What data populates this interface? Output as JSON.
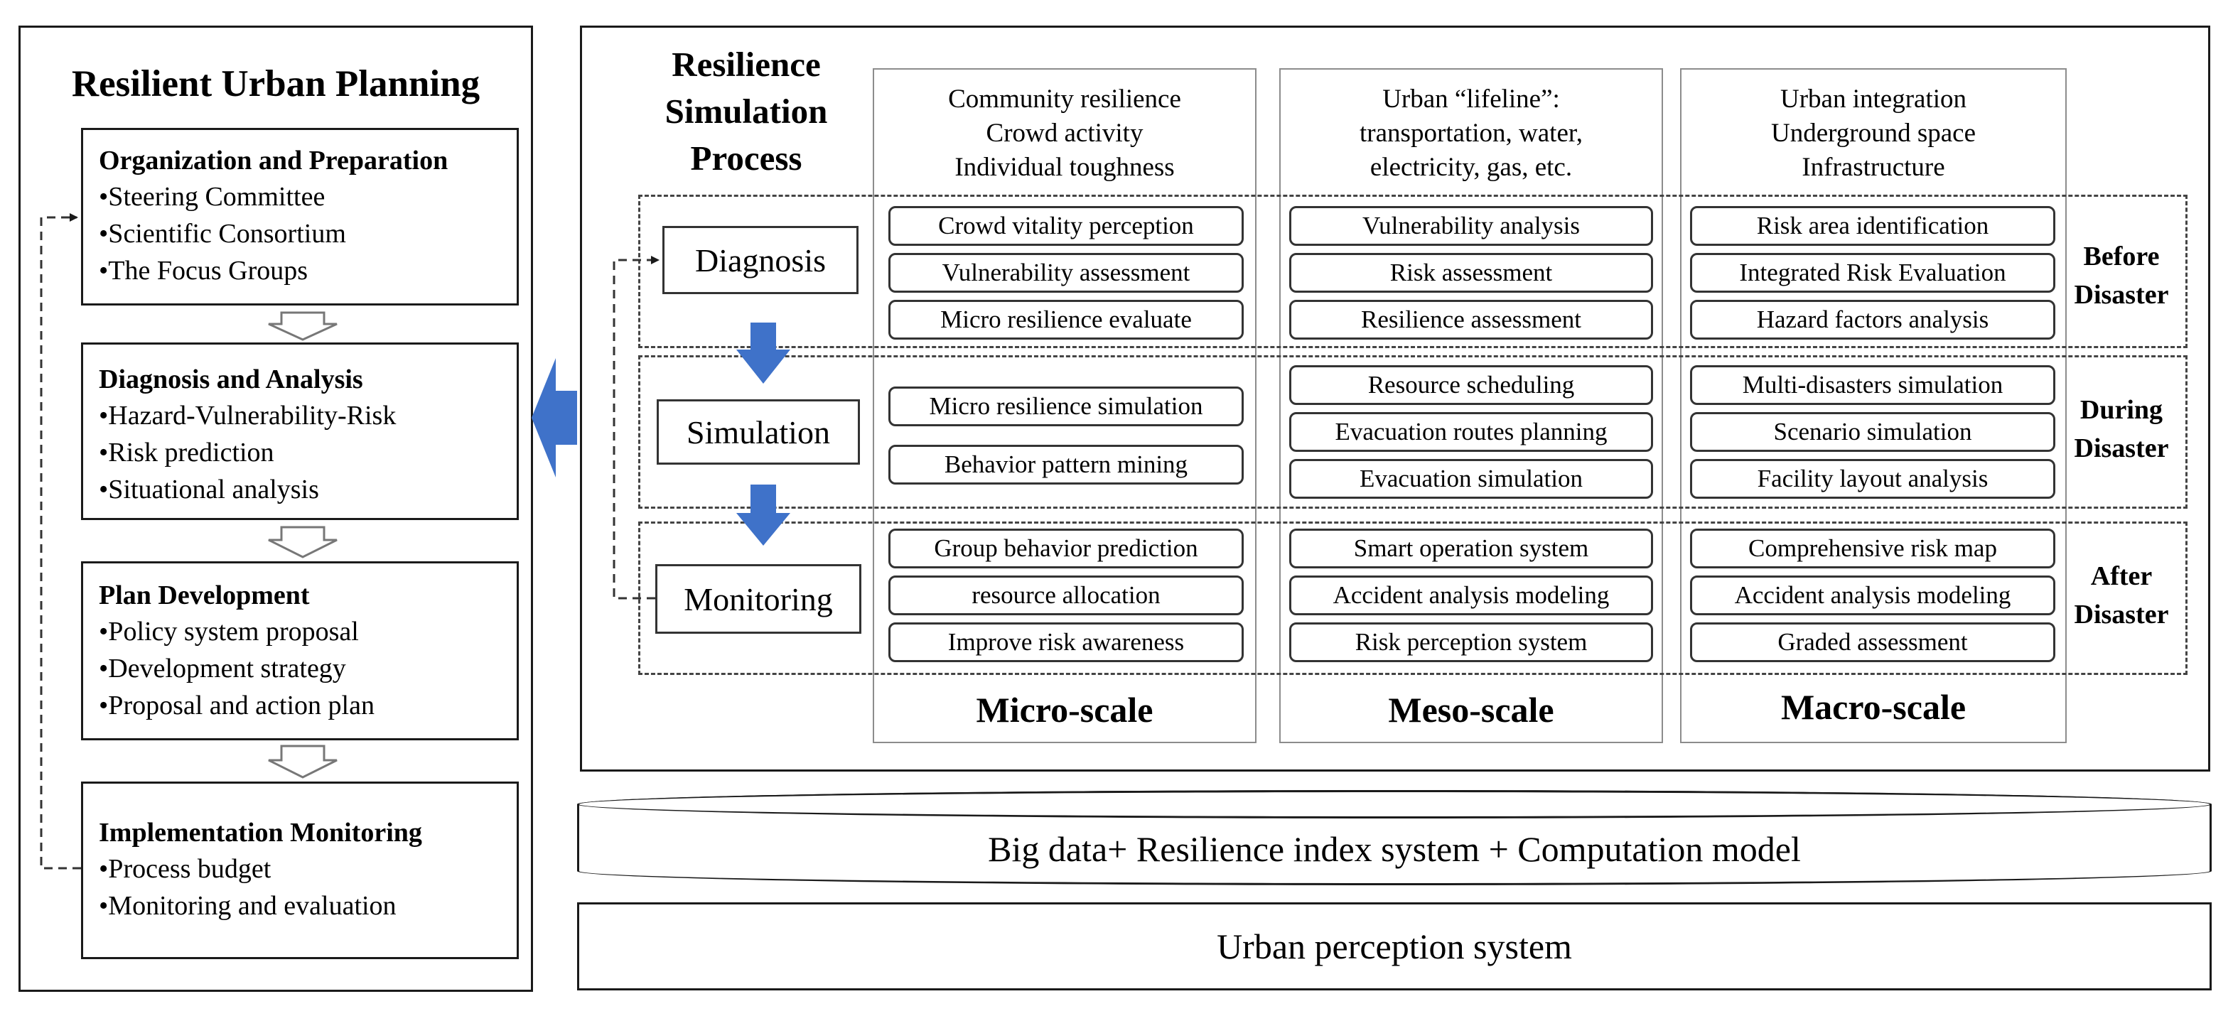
{
  "planning": {
    "title": "Resilient Urban Planning",
    "steps": [
      {
        "title": "Organization and Preparation",
        "items": [
          "•Steering Committee",
          "•Scientific Consortium",
          "•The Focus Groups"
        ]
      },
      {
        "title": "Diagnosis and Analysis",
        "items": [
          "•Hazard-Vulnerability-Risk",
          "•Risk prediction",
          "•Situational analysis"
        ]
      },
      {
        "title": "Plan Development",
        "items": [
          "•Policy system proposal",
          "•Development strategy",
          "•Proposal and action plan"
        ]
      },
      {
        "title": "Implementation Monitoring",
        "items": [
          "•Process budget",
          "•Monitoring and evaluation"
        ]
      }
    ]
  },
  "simulation": {
    "title_lines": [
      "Resilience",
      "Simulation",
      "Process"
    ],
    "phases": [
      "Diagnosis",
      "Simulation",
      "Monitoring"
    ],
    "stages": [
      [
        "Before",
        "Disaster"
      ],
      [
        "During",
        "Disaster"
      ],
      [
        "After",
        "Disaster"
      ]
    ],
    "columns": [
      {
        "desc": [
          "Community resilience",
          "Crowd activity",
          "Individual toughness"
        ],
        "scale": "Micro-scale",
        "items": [
          [
            "Crowd vitality perception",
            "Vulnerability assessment",
            "Micro resilience evaluate"
          ],
          [
            "Micro resilience simulation",
            "Behavior pattern mining"
          ],
          [
            "Group behavior prediction",
            "resource allocation",
            "Improve risk awareness"
          ]
        ]
      },
      {
        "desc": [
          "Urban “lifeline”:",
          "transportation, water,",
          "electricity, gas, etc."
        ],
        "scale": "Meso-scale",
        "items": [
          [
            "Vulnerability analysis",
            "Risk assessment",
            "Resilience assessment"
          ],
          [
            "Resource scheduling",
            "Evacuation routes planning",
            "Evacuation simulation"
          ],
          [
            "Smart operation system",
            "Accident analysis modeling",
            "Risk perception system"
          ]
        ]
      },
      {
        "desc": [
          "Urban integration",
          "Underground space",
          "Infrastructure"
        ],
        "scale": "Macro-scale",
        "items": [
          [
            "Risk area identification",
            "Integrated Risk Evaluation",
            "Hazard factors analysis"
          ],
          [
            "Multi-disasters simulation",
            "Scenario simulation",
            "Facility layout analysis"
          ],
          [
            "Comprehensive risk map",
            "Accident analysis modeling",
            "Graded assessment"
          ]
        ]
      }
    ]
  },
  "foundation": {
    "data_layer": "Big data+ Resilience index system + Computation model",
    "perception_layer": "Urban perception system"
  },
  "colors": {
    "arrow_blue": "#3f72c9",
    "outline": "#1a1a1a",
    "column_border": "#8c8c8c"
  }
}
